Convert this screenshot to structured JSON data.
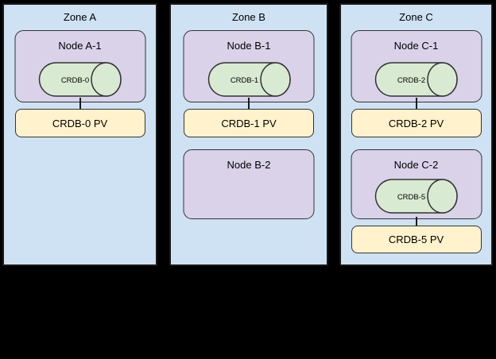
{
  "diagram": {
    "zones": [
      {
        "label": "Zone A",
        "nodes": [
          {
            "label": "Node A-1",
            "pod": "CRDB-0",
            "pv": "CRDB-0 PV"
          }
        ]
      },
      {
        "label": "Zone B",
        "nodes": [
          {
            "label": "Node B-1",
            "pod": "CRDB-1",
            "pv": "CRDB-1 PV"
          },
          {
            "label": "Node B-2"
          }
        ]
      },
      {
        "label": "Zone C",
        "nodes": [
          {
            "label": "Node C-1",
            "pod": "CRDB-2",
            "pv": "CRDB-2 PV"
          },
          {
            "label": "Node C-2",
            "pod": "CRDB-5",
            "pv": "CRDB-5 PV"
          }
        ]
      }
    ],
    "colors": {
      "background": "#000000",
      "zone_fill": "#cfe2f3",
      "node_fill": "#d9d2e9",
      "pod_fill": "#d9ead3",
      "pv_fill": "#fff2cc",
      "border": "#333333"
    }
  }
}
